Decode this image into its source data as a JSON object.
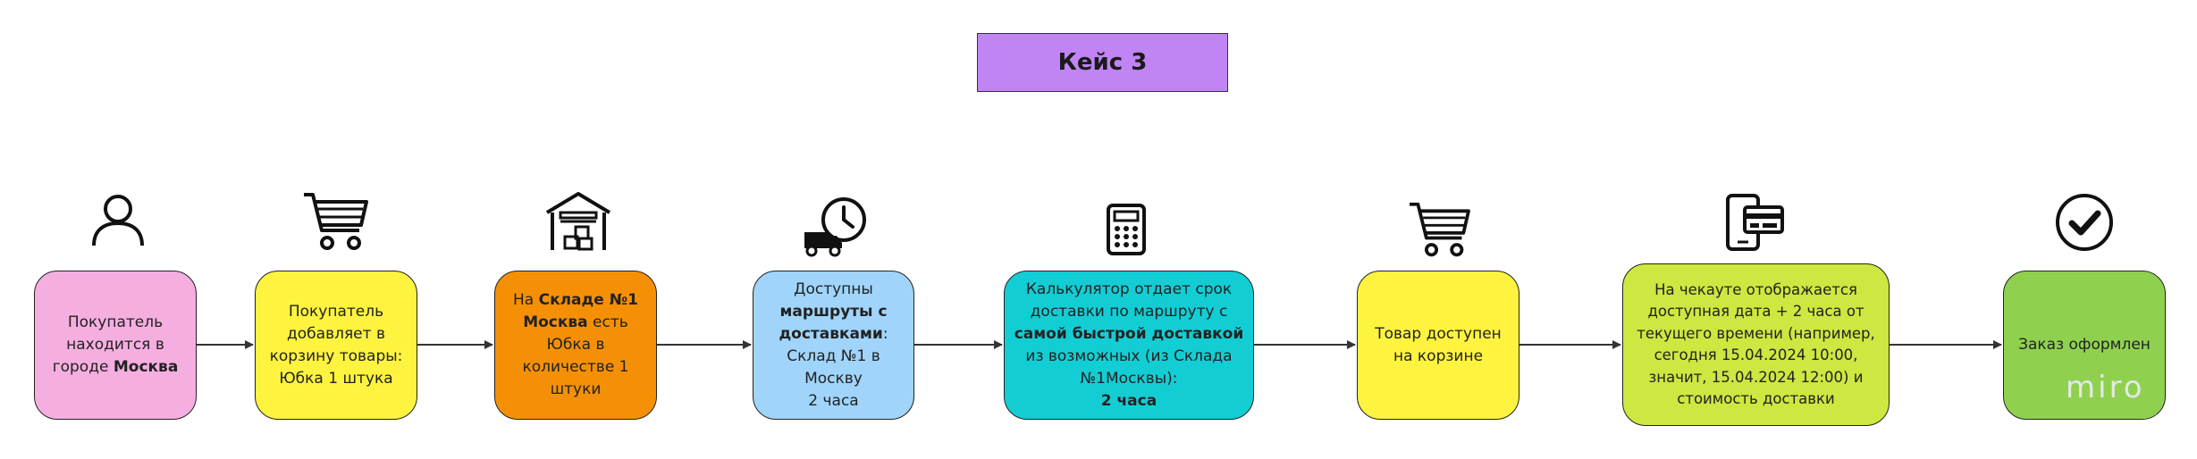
{
  "title": "Кейс 3",
  "nodes": [
    {
      "id": "n1",
      "color": "#f5aee0",
      "parts": [
        {
          "t": "Покупатель находится в городе "
        },
        {
          "t": "Москва",
          "b": true
        }
      ]
    },
    {
      "id": "n2",
      "color": "#fef33f",
      "parts": [
        {
          "t": "Покупатель добавляет в корзину товары: Юбка 1 штука"
        }
      ]
    },
    {
      "id": "n3",
      "color": "#f59006",
      "parts": [
        {
          "t": "На "
        },
        {
          "t": "Складе №1 Москва",
          "b": true
        },
        {
          "t": " есть Юбка в количестве 1 штуки"
        }
      ]
    },
    {
      "id": "n4",
      "color": "#a0d4fb",
      "parts": [
        {
          "t": "Доступны "
        },
        {
          "t": "маршруты с доставками",
          "b": true
        },
        {
          "t": ": Склад №1 в Москву"
        },
        {
          "br": true
        },
        {
          "t": "2 часа"
        }
      ]
    },
    {
      "id": "n5",
      "color": "#13cdd4",
      "parts": [
        {
          "t": "Калькулятор отдает срок доставки по маршруту с "
        },
        {
          "t": "самой быстрой доставкой",
          "b": true
        },
        {
          "t": " из возможных (из Склада №1Москвы):"
        },
        {
          "br": true
        },
        {
          "t": "2 часа",
          "b": true
        }
      ]
    },
    {
      "id": "n6",
      "color": "#fef33f",
      "parts": [
        {
          "t": "Товар доступен на корзине"
        }
      ]
    },
    {
      "id": "n7",
      "color": "#cee741",
      "parts": [
        {
          "t": "На чекауте отображается доступная дата + 2 часа от текущего времени (например, сегодня 15.04.2024 10:00, значит, 15.04.2024 12:00) и стоимость доставки"
        }
      ]
    },
    {
      "id": "n8",
      "color": "#8fd14f",
      "parts": [
        {
          "t": "Заказ оформлен"
        }
      ]
    }
  ],
  "icons": [
    "user-icon",
    "cart-icon",
    "warehouse-icon",
    "delivery-truck-clock-icon",
    "calculator-icon",
    "cart-icon",
    "mobile-payment-icon",
    "checkmark-circle-icon"
  ],
  "watermark": "miro"
}
